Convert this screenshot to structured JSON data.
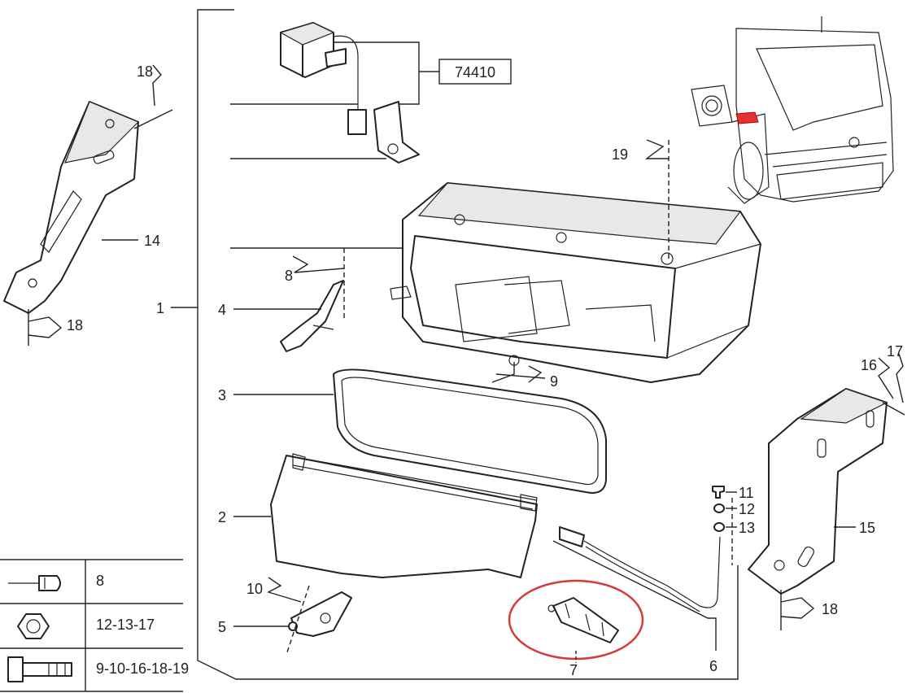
{
  "callouts": {
    "c1": "1",
    "c2": "2",
    "c3": "3",
    "c4": "4",
    "c5": "5",
    "c6": "6",
    "c7": "7",
    "c8": "8",
    "c9": "9",
    "c10": "10",
    "c11": "11",
    "c12": "12",
    "c13": "13",
    "c14": "14",
    "c15": "15",
    "c16": "16",
    "c17": "17",
    "c18a": "18",
    "c18b": "18",
    "c18c": "18",
    "c19": "19",
    "box": "74410"
  },
  "legend": {
    "row1": "8",
    "row2": "12-13-17",
    "row3": "9-10-16-18-19"
  },
  "icons": [
    "rivet-icon",
    "hex-nut-icon",
    "bolt-icon"
  ],
  "highlight_color": "#d63a3a"
}
